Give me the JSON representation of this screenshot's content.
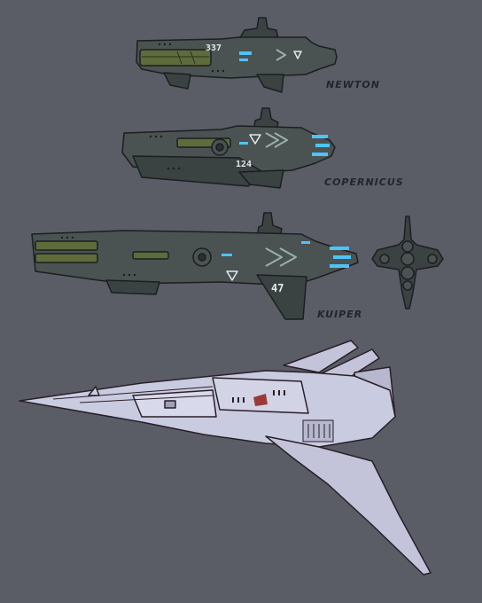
{
  "ships": [
    {
      "name": "NEWTON",
      "hull_number": "337"
    },
    {
      "name": "COPERNICUS",
      "hull_number": "124"
    },
    {
      "name": "KUIPER",
      "hull_number": "47"
    }
  ],
  "colors": {
    "background": "#5a5d66",
    "hull_dark": "#3b4242",
    "hull_mid": "#4a5352",
    "engine_glow": "#4fc3f7",
    "pod_olive": "#5e6b3a",
    "fighter_hull": "#c9cbe0",
    "outline": "#1c1e22"
  }
}
